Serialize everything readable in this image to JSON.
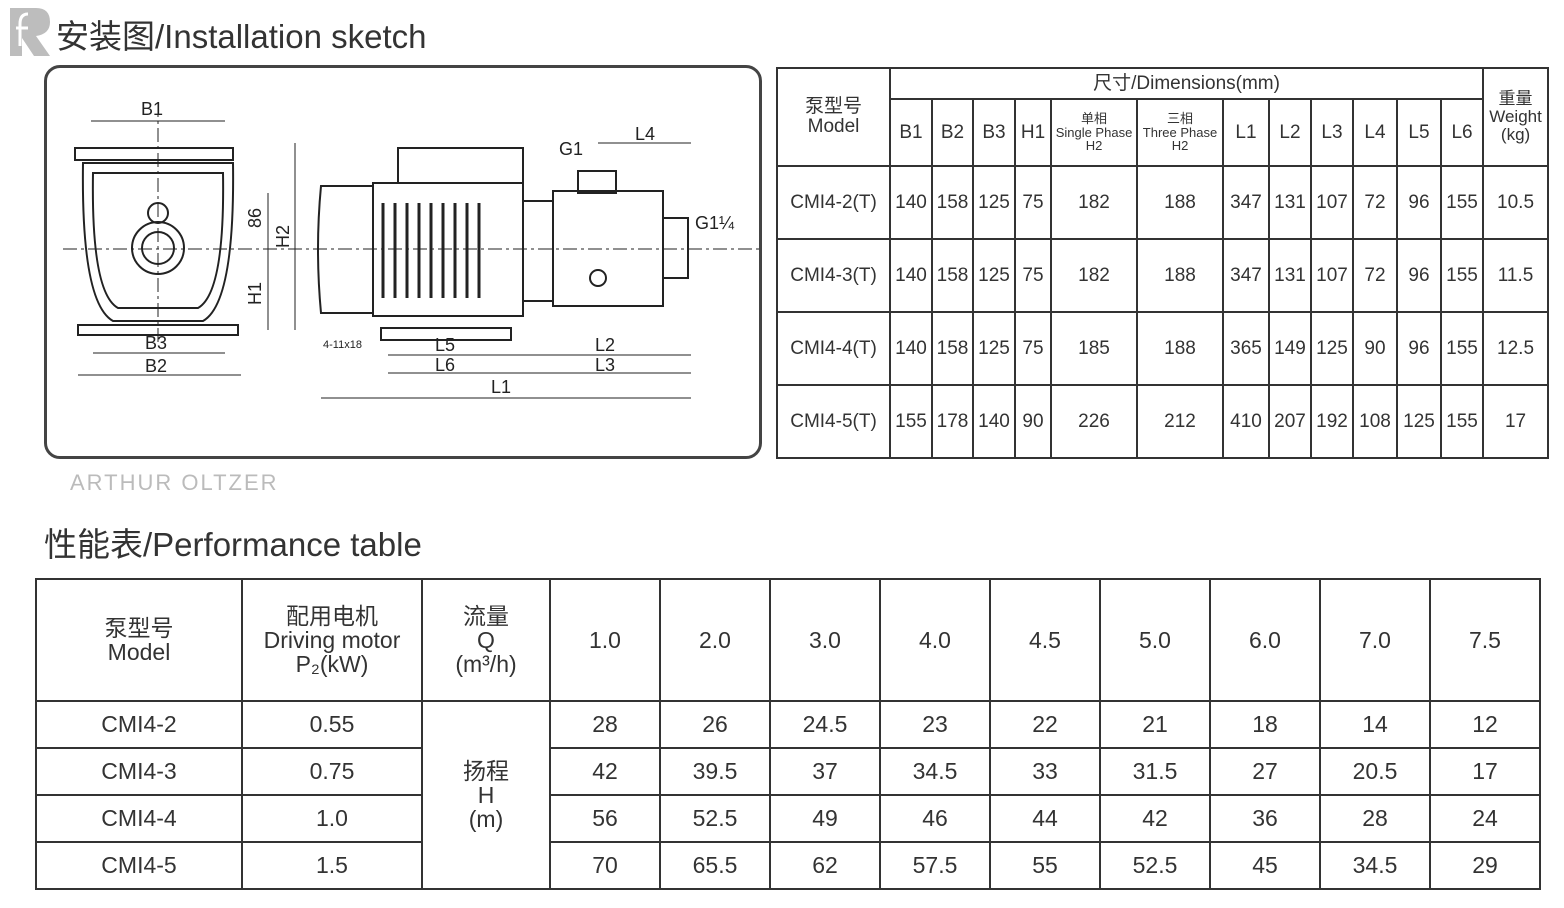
{
  "brand": {
    "logo_text": "R",
    "watermark": "ARTHUR OLTZER"
  },
  "installation": {
    "title": "安装图/Installation sketch",
    "labels": {
      "b1": "B1",
      "d86": "86",
      "h2": "H2",
      "h1": "H1",
      "b3": "B3",
      "b2": "B2",
      "holes": "4-11x18",
      "l5": "L5",
      "l6": "L6",
      "l2": "L2",
      "l3": "L3",
      "l1": "L1",
      "g1": "G1",
      "l4": "L4",
      "g114": "G1¼"
    }
  },
  "dimensions": {
    "model_header": "泵型号\nModel",
    "dims_header": "尺寸/Dimensions(mm)",
    "weight_header": "重量\nWeight\n(kg)",
    "columns": [
      "B1",
      "B2",
      "B3",
      "H1",
      "单相\nSingle Phase\nH2",
      "三相\nThree Phase\nH2",
      "L1",
      "L2",
      "L3",
      "L4",
      "L5",
      "L6"
    ],
    "rows": [
      [
        "CMI4-2(T)",
        "140",
        "158",
        "125",
        "75",
        "182",
        "188",
        "347",
        "131",
        "107",
        "72",
        "96",
        "155",
        "10.5"
      ],
      [
        "CMI4-3(T)",
        "140",
        "158",
        "125",
        "75",
        "182",
        "188",
        "347",
        "131",
        "107",
        "72",
        "96",
        "155",
        "11.5"
      ],
      [
        "CMI4-4(T)",
        "140",
        "158",
        "125",
        "75",
        "185",
        "188",
        "365",
        "149",
        "125",
        "90",
        "96",
        "155",
        "12.5"
      ],
      [
        "CMI4-5(T)",
        "155",
        "178",
        "140",
        "90",
        "226",
        "212",
        "410",
        "207",
        "192",
        "108",
        "125",
        "155",
        "17"
      ]
    ]
  },
  "performance": {
    "title": "性能表/Performance table",
    "model_header": "泵型号\nModel",
    "motor_header": "配用电机\nDriving motor\nP₂(kW)",
    "flow_header": "流量\nQ\n(m³/h)",
    "head_label": "扬程\nH\n(m)",
    "flows": [
      "1.0",
      "2.0",
      "3.0",
      "4.0",
      "4.5",
      "5.0",
      "6.0",
      "7.0",
      "7.5"
    ],
    "rows": [
      {
        "model": "CMI4-2",
        "power": "0.55",
        "heads": [
          "28",
          "26",
          "24.5",
          "23",
          "22",
          "21",
          "18",
          "14",
          "12"
        ]
      },
      {
        "model": "CMI4-3",
        "power": "0.75",
        "heads": [
          "42",
          "39.5",
          "37",
          "34.5",
          "33",
          "31.5",
          "27",
          "20.5",
          "17"
        ]
      },
      {
        "model": "CMI4-4",
        "power": "1.0",
        "heads": [
          "56",
          "52.5",
          "49",
          "46",
          "44",
          "42",
          "36",
          "28",
          "24"
        ]
      },
      {
        "model": "CMI4-5",
        "power": "1.5",
        "heads": [
          "70",
          "65.5",
          "62",
          "57.5",
          "55",
          "52.5",
          "45",
          "34.5",
          "29"
        ]
      }
    ]
  }
}
